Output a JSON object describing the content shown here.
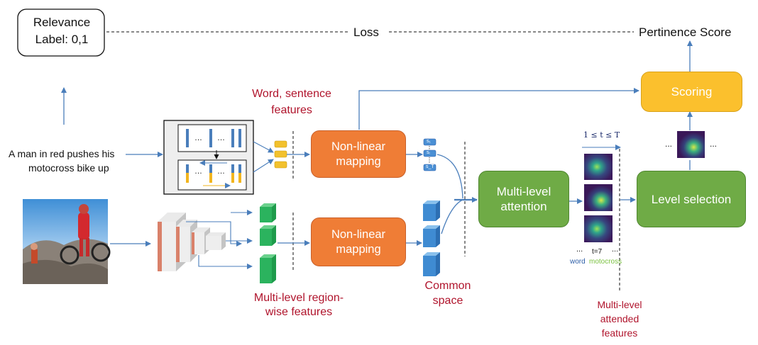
{
  "relevance_box": {
    "line1": "Relevance",
    "line2": "Label: 0,1"
  },
  "loss_label": "Loss",
  "pertinence_label": "Pertinence Score",
  "input_sentence": {
    "line1": "A man in red pushes his",
    "line2": "motocross bike up"
  },
  "word_sentence_features": {
    "line1": "Word, sentence",
    "line2": "features"
  },
  "region_features": {
    "line1": "Multi-level region-",
    "line2": "wise features"
  },
  "nonlinear_top": {
    "line1": "Non-linear",
    "line2": "mapping"
  },
  "nonlinear_bottom": {
    "line1": "Non-linear",
    "line2": "mapping"
  },
  "common_space": {
    "line1": "Common",
    "line2": "space"
  },
  "multilevel_attention": {
    "line1": "Multi-level",
    "line2": "attention"
  },
  "scoring": "Scoring",
  "level_selection": "Level selection",
  "attended_features": {
    "line1": "Multi-level",
    "line2": "attended",
    "line3": "features"
  },
  "time_range": "1 ≤ t ≤ T",
  "t_label": "t=7",
  "word_label": "word",
  "motocross_label": "motocross",
  "ellipsis": "...",
  "token_s1": "s₁",
  "token_si": "sᵢ",
  "token_st": "s_T",
  "colors": {
    "red_text": "#b0142c",
    "orange_box": "#ef7d36",
    "green_box": "#6fab46",
    "yellow_box": "#fbc02d",
    "arrow_blue": "#4a7ebb",
    "word_blue": "#2e5fa8",
    "motocross_green": "#7cc242"
  }
}
